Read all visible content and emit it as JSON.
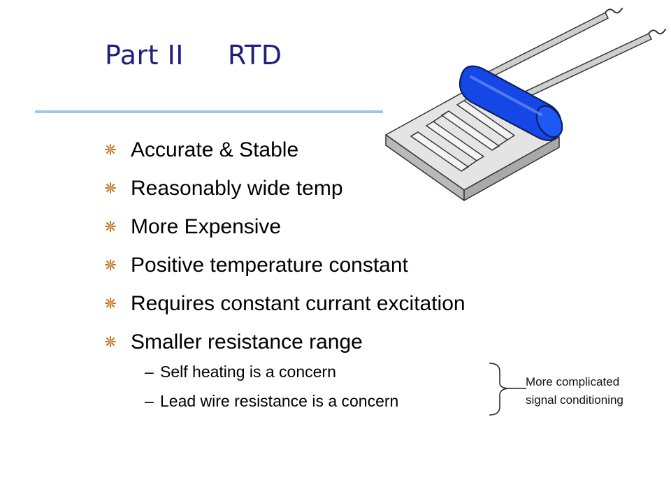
{
  "slide": {
    "title": "Part II     RTD",
    "bullets": [
      {
        "text": "Accurate & Stable"
      },
      {
        "text": "Reasonably wide temp"
      },
      {
        "text": "More Expensive"
      },
      {
        "text": "Positive temperature constant"
      },
      {
        "text": "Requires constant currant excitation"
      },
      {
        "text": "Smaller resistance range"
      }
    ],
    "sub_bullets": [
      {
        "dash": "–",
        "text": "Self heating is a concern"
      },
      {
        "dash": "–",
        "text": "Lead wire resistance is a concern"
      }
    ],
    "note": {
      "line1": "More complicated",
      "line2": "signal conditioning"
    },
    "colors": {
      "title": "#1f1f7a",
      "rule": "#9ec4ea",
      "bullet": "#c07828",
      "cap": "#1447e6"
    },
    "icons": {
      "bullet": "starburst-bullet-icon",
      "figure": "rtd-sensor-illustration"
    }
  }
}
